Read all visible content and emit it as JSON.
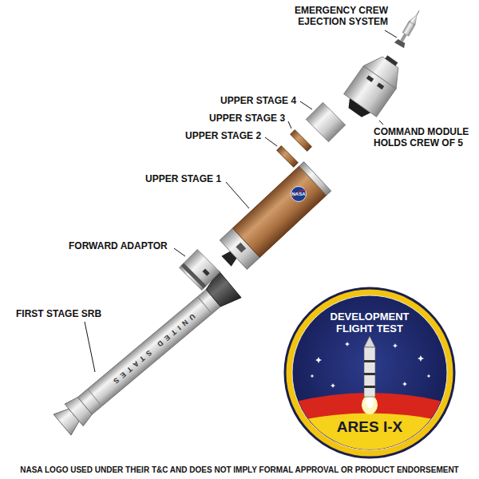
{
  "diagram": {
    "caption": "NASA LOGO USED UNDER THEIR T&C AND DOES NOT IMPLY FORMAL APPROVAL OR PRODUCT ENDORSEMENT",
    "nodes": [
      {
        "text": [
          "DEVELOPMENT FLIGHT TEST",
          "ARES I-X"
        ]
      }
    ],
    "labels": [
      "EMERGENCY CREW EJECTION SYSTEM",
      "UPPER STAGE 4",
      "COMMAND MODULE HOLDS CREW OF 5",
      "UPPER STAGE 3",
      "UPPER STAGE 2",
      "UPPER STAGE 1",
      "NASA",
      "FORWARD ADAPTOR",
      "FIRST STAGE SRB",
      "UNITED STATES"
    ]
  }
}
